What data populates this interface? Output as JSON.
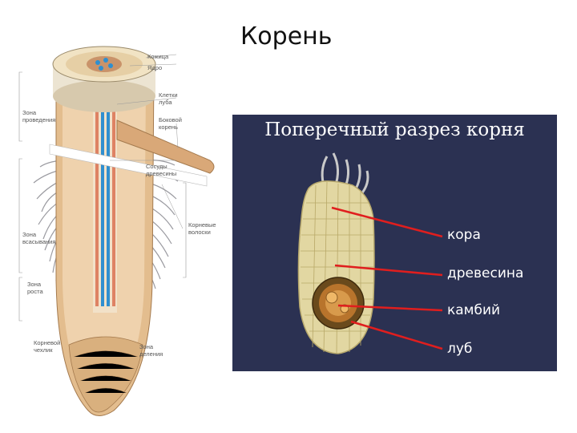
{
  "slide": {
    "title": "Корень"
  },
  "left_labels": {
    "kozhitsa": "Кожица",
    "yadro": "Ядро",
    "kletki_luba": "Клетки\nлуба",
    "bokovoy_koren": "Боковой\nкорень",
    "sosudy": "Сосуды\nдревесины",
    "kornevye_voloski": "Корневые\nволоски",
    "zona_provedeniya": "Зона\nпроведения",
    "zona_vsasyvaniya": "Зона\nвсасывания",
    "zona_rosta": "Зона\nроста",
    "kornevoy_chehlik": "Корневой\nчехлик",
    "zona_deleniya": "Зона\nделения"
  },
  "cross_section": {
    "title": "Поперечный разрез корня",
    "labels": [
      "кора",
      "древесина",
      "камбий",
      "луб"
    ]
  },
  "colors": {
    "panel_bg": "#2b3152",
    "pointer": "#e01e1e",
    "vessel": "#2f8fd0",
    "root_tissue": "#e8c8a0"
  }
}
